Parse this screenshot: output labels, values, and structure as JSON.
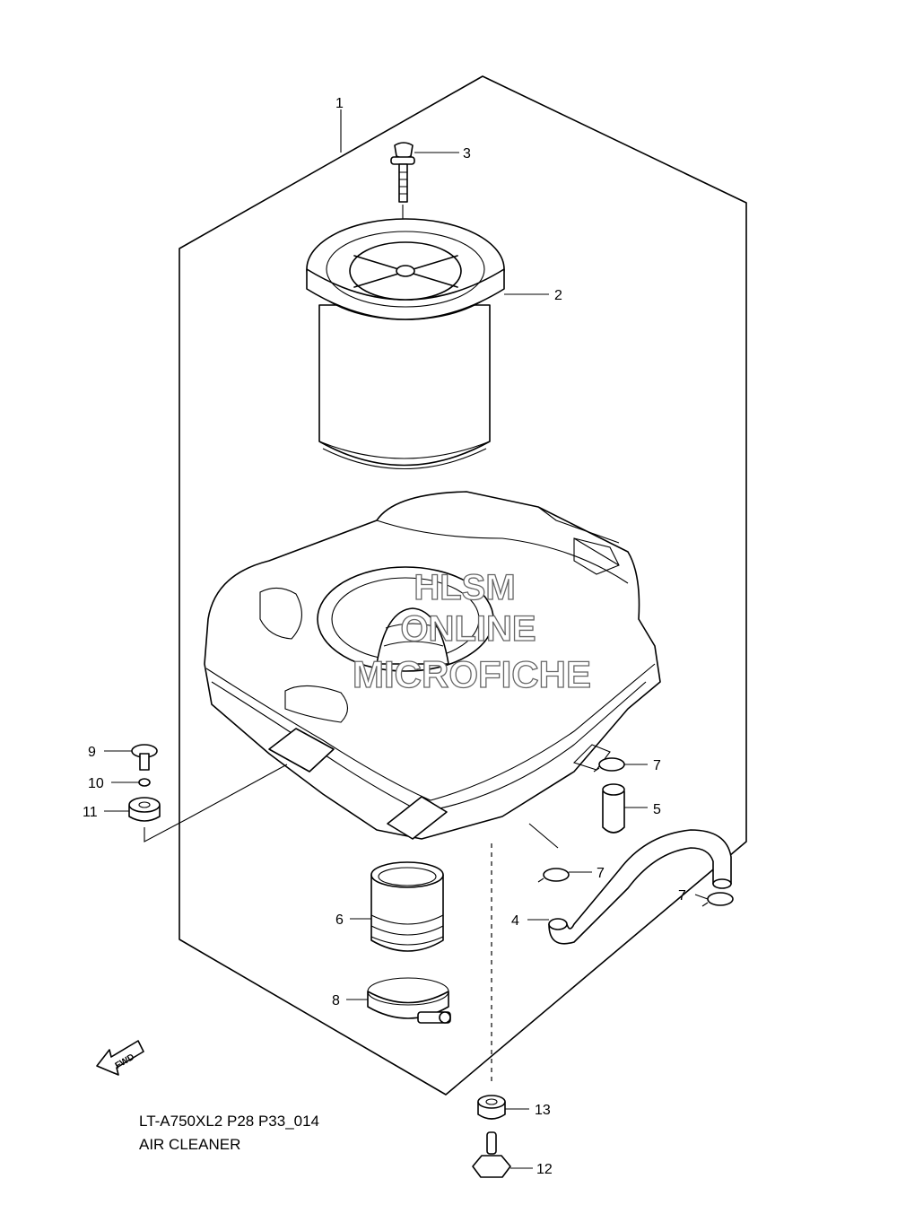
{
  "callouts": [
    {
      "id": "1",
      "label": "1"
    },
    {
      "id": "2",
      "label": "2"
    },
    {
      "id": "3",
      "label": "3"
    },
    {
      "id": "4",
      "label": "4"
    },
    {
      "id": "5",
      "label": "5"
    },
    {
      "id": "6",
      "label": "6"
    },
    {
      "id": "7a",
      "label": "7"
    },
    {
      "id": "7b",
      "label": "7"
    },
    {
      "id": "7c",
      "label": "7"
    },
    {
      "id": "8",
      "label": "8"
    },
    {
      "id": "9",
      "label": "9"
    },
    {
      "id": "10",
      "label": "10"
    },
    {
      "id": "11",
      "label": "11"
    },
    {
      "id": "12",
      "label": "12"
    },
    {
      "id": "13",
      "label": "13"
    }
  ],
  "watermark": {
    "line1": "HLSM",
    "line2": "ONLINE",
    "line3": "MICROFICHE"
  },
  "fwd_label": "FWD",
  "caption": {
    "code": "LT-A750XL2 P28 P33_014",
    "title": "AIR CLEANER"
  }
}
